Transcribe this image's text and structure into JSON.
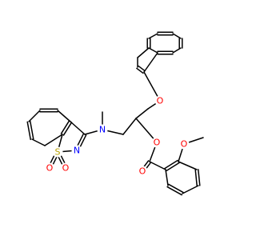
{
  "colors": {
    "bond": "#000000",
    "O": "#ff0000",
    "N": "#0000ff",
    "S": "#b8a000",
    "C": "#000000"
  },
  "atoms": [
    {
      "id": "o_ether",
      "el": "O"
    },
    {
      "id": "o_ester",
      "el": "O"
    },
    {
      "id": "o_carbonyl",
      "el": "O"
    },
    {
      "id": "o_methoxy",
      "el": "O"
    },
    {
      "id": "n_amine",
      "el": "N"
    },
    {
      "id": "n_ring",
      "el": "N"
    },
    {
      "id": "s_ring",
      "el": "S"
    },
    {
      "id": "o_sulfonyl_1",
      "el": "O"
    },
    {
      "id": "o_sulfonyl_2",
      "el": "O"
    }
  ]
}
